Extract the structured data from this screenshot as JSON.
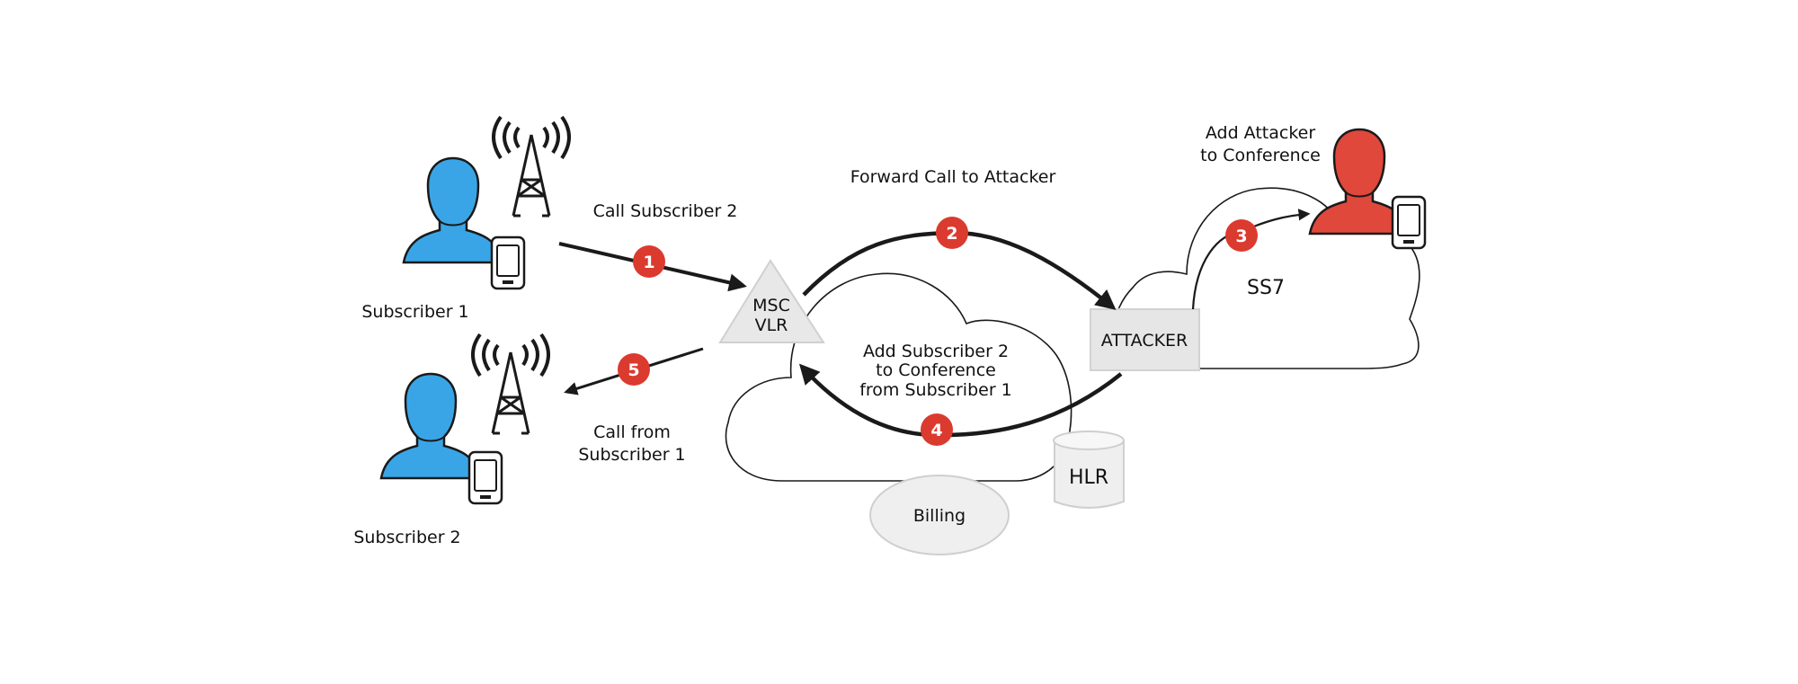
{
  "title": "SS7 call forwarding / conference eavesdropping attack",
  "colors": {
    "subscriber": "#3aa5e6",
    "attacker": "#e0483b",
    "badge": "#db3a2f",
    "node_fill": "#ececec",
    "line": "#1a1a1a"
  },
  "actors": {
    "subscriber1": {
      "label": "Subscriber 1",
      "icon": "person-icon"
    },
    "subscriber2": {
      "label": "Subscriber 2",
      "icon": "person-icon"
    },
    "attacker": {
      "icon": "person-icon"
    }
  },
  "nodes": {
    "msc_vlr": {
      "line1": "MSC",
      "line2": "VLR"
    },
    "attacker_box": {
      "label": "ATTACKER"
    },
    "hlr": {
      "label": "HLR"
    },
    "billing": {
      "label": "Billing"
    },
    "ss7": {
      "label": "SS7"
    }
  },
  "steps": [
    {
      "number": "1",
      "label_lines": [
        "Call Subscriber 2"
      ]
    },
    {
      "number": "2",
      "label_lines": [
        "Forward Call to Attacker"
      ]
    },
    {
      "number": "3",
      "label_lines": [
        "Add Attacker",
        "to Conference"
      ]
    },
    {
      "number": "4",
      "label_lines": [
        "Add Subscriber 2",
        "to Conference",
        "from Subscriber 1"
      ]
    },
    {
      "number": "5",
      "label_lines": [
        "Call from",
        "Subscriber 1"
      ]
    }
  ]
}
